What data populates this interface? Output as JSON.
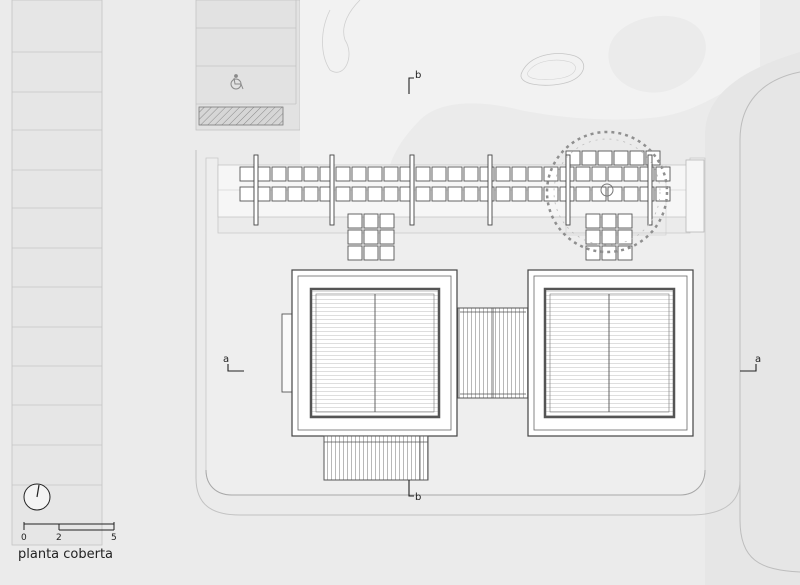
{
  "drawing": {
    "title": "planta coberta",
    "section_marks": {
      "a_left": "a",
      "a_right": "a",
      "b_top": "b",
      "b_bottom": "b"
    },
    "scale_bar": {
      "ticks": [
        "0",
        "2",
        "5"
      ]
    },
    "colors": {
      "background": "#ebebeb",
      "street": "#e4e4e4",
      "garden": "#f2f2f2",
      "site": "#eeeeee",
      "roof": "#ffffff",
      "line": "#444444",
      "thin_line": "#9a9a9a"
    },
    "icons": {
      "north": "north-arrow-icon",
      "tree": "tree-canopy-icon",
      "accessible_parking": "wheelchair-icon"
    }
  }
}
